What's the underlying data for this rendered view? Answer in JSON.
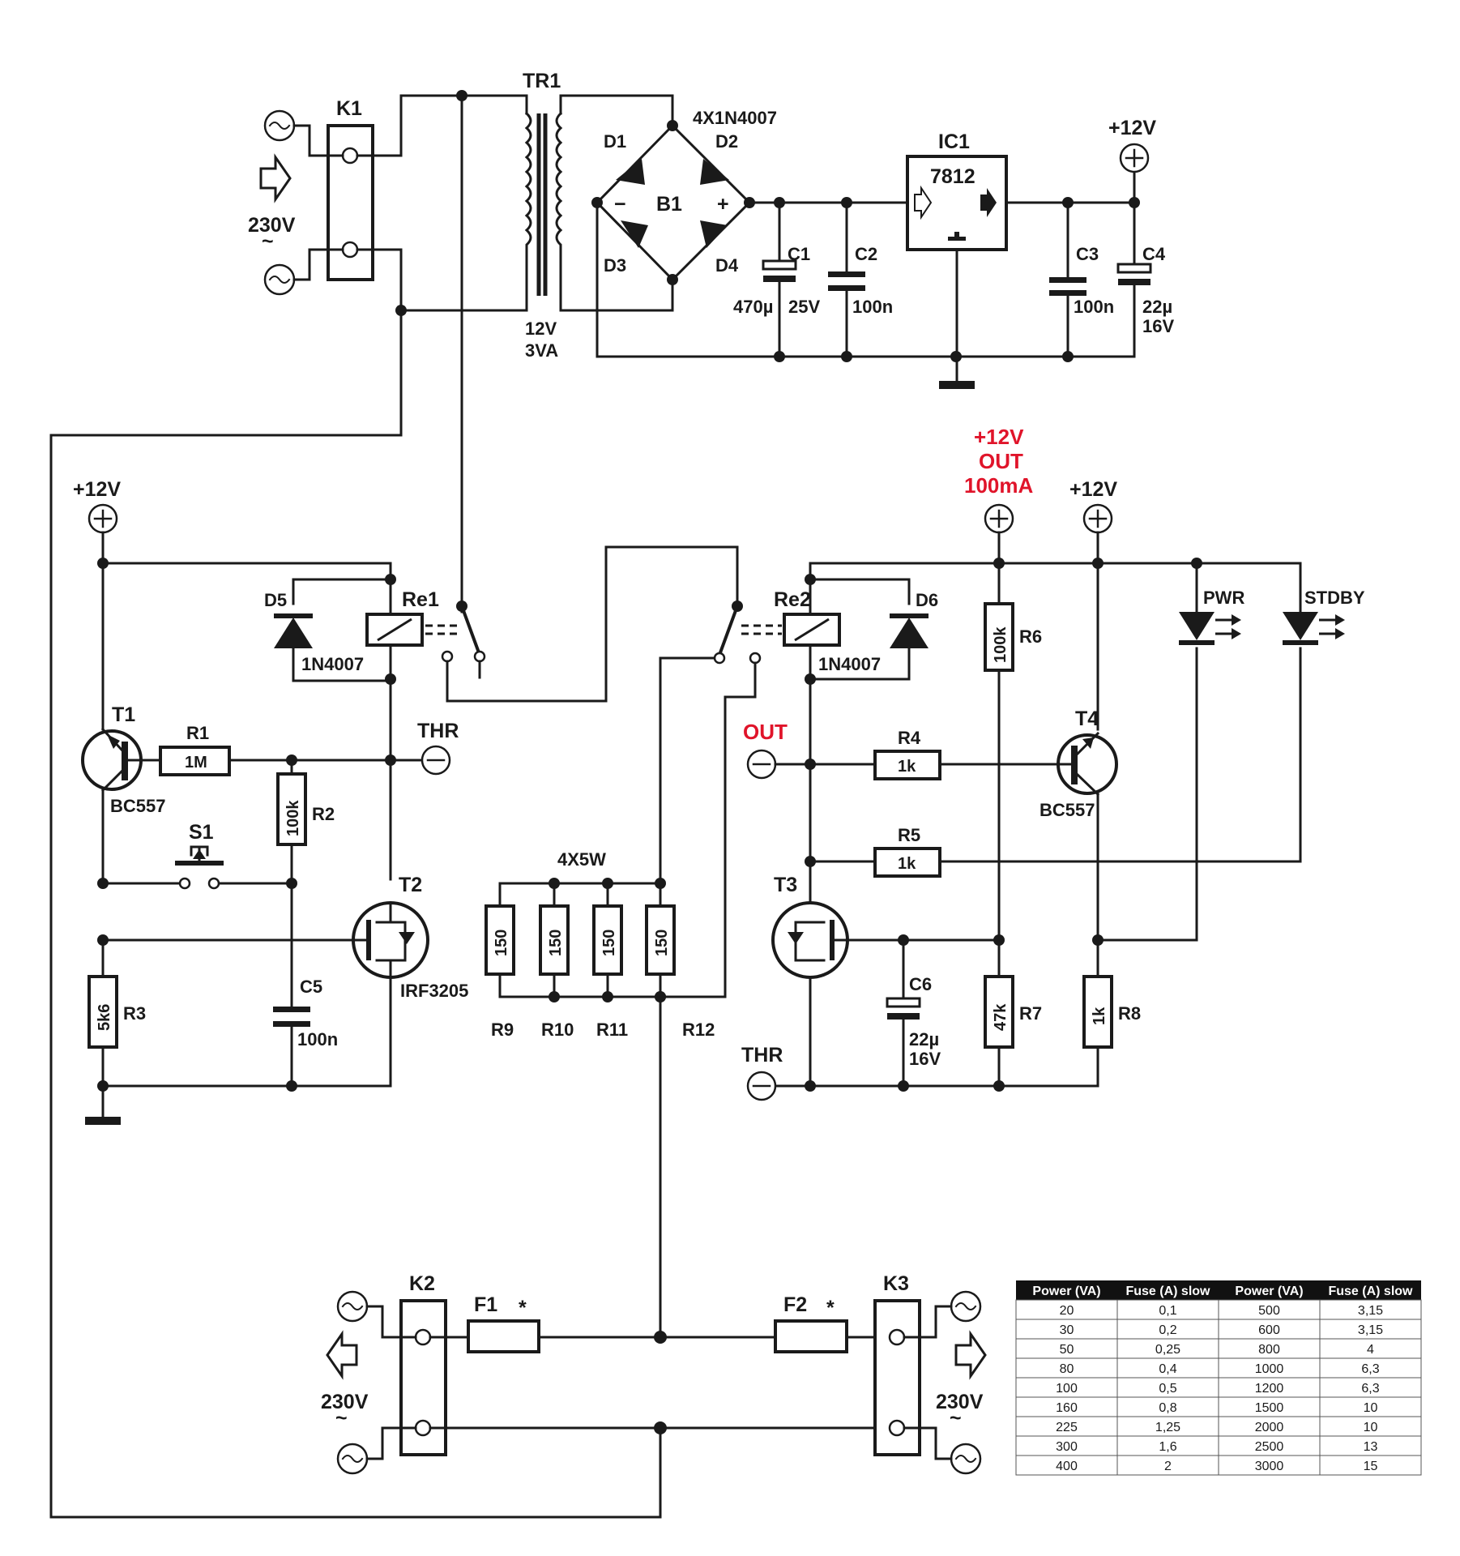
{
  "labels": {
    "K1": "K1",
    "K2": "K2",
    "K3": "K3",
    "TR1": "TR1",
    "tr_spec1": "12V",
    "tr_spec2": "3VA",
    "bridge_type": "4X1N4007",
    "B1": "B1",
    "D1": "D1",
    "D2": "D2",
    "D3": "D3",
    "D4": "D4",
    "minus": "−",
    "plus": "+",
    "IC1": "IC1",
    "ic_part": "7812",
    "C1": "C1",
    "C1_val1": "470µ",
    "C1_val2": "25V",
    "C2": "C2",
    "C2_val": "100n",
    "C3": "C3",
    "C3_val": "100n",
    "C4": "C4",
    "C4_val1": "22µ",
    "C4_val2": "16V",
    "supply_top": "+12V",
    "mains_in": "230V",
    "tilde": "~",
    "left_supply": "+12V",
    "out_supply_1": "+12V",
    "out_supply_2": "OUT",
    "out_supply_3": "100mA",
    "right_supply": "+12V",
    "D5": "D5",
    "D5_part": "1N4007",
    "Re1": "Re1",
    "Re2": "Re2",
    "D6": "D6",
    "D6_part": "1N4007",
    "T1": "T1",
    "T1_part": "BC557",
    "R1": "R1",
    "R1_val": "1M",
    "R2": "R2",
    "R2_val": "100k",
    "S1": "S1",
    "T2": "T2",
    "T2_part": "IRF3205",
    "R3": "R3",
    "R3_val": "5k6",
    "C5": "C5",
    "C5_val": "100n",
    "THR_left": "THR",
    "load_spec": "4X5W",
    "R9": "R9",
    "R10": "R10",
    "R11": "R11",
    "R12": "R12",
    "load_val": "150",
    "OUT": "OUT",
    "R4": "R4",
    "R4_val": "1k",
    "R5": "R5",
    "R5_val": "1k",
    "R6": "R6",
    "R6_val": "100k",
    "T4": "T4",
    "T4_part": "BC557",
    "PWR": "PWR",
    "STDBY": "STDBY",
    "T3": "T3",
    "C6": "C6",
    "C6_val1": "22µ",
    "C6_val2": "16V",
    "R7": "R7",
    "R7_val": "47k",
    "R8": "R8",
    "R8_val": "1k",
    "THR_right": "THR",
    "F1": "F1",
    "F2": "F2",
    "star": "*"
  },
  "fuse_table": {
    "headers": [
      "Power (VA)",
      "Fuse (A) slow",
      "Power (VA)",
      "Fuse (A) slow"
    ],
    "rows": [
      [
        "20",
        "0,1",
        "500",
        "3,15"
      ],
      [
        "30",
        "0,2",
        "600",
        "3,15"
      ],
      [
        "50",
        "0,25",
        "800",
        "4"
      ],
      [
        "80",
        "0,4",
        "1000",
        "6,3"
      ],
      [
        "100",
        "0,5",
        "1200",
        "6,3"
      ],
      [
        "160",
        "0,8",
        "1500",
        "10"
      ],
      [
        "225",
        "1,25",
        "2000",
        "10"
      ],
      [
        "300",
        "1,6",
        "2500",
        "13"
      ],
      [
        "400",
        "2",
        "3000",
        "15"
      ]
    ]
  },
  "colors": {
    "ink": "#1a1a1a",
    "accent": "#e0142a"
  }
}
